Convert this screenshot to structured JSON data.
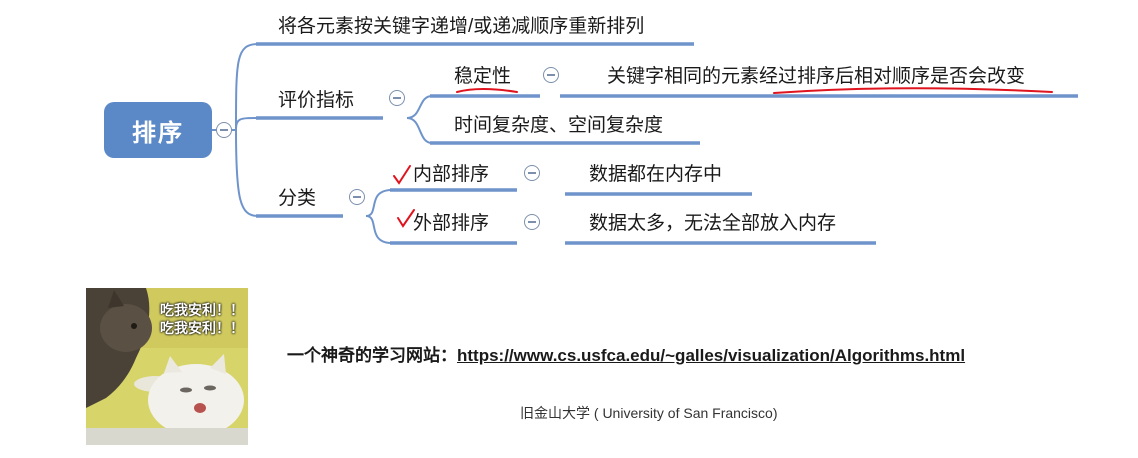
{
  "root": {
    "label": "排序"
  },
  "branches": {
    "definition": "将各元素按关键字递增/或递减顺序重新排列",
    "evaluation": {
      "label": "评价指标",
      "stability": {
        "label": "稳定性",
        "description": "关键字相同的元素经过排序后相对顺序是否会改变"
      },
      "complexity": "时间复杂度、空间复杂度"
    },
    "classification": {
      "label": "分类",
      "internal": {
        "label": "内部排序",
        "description": "数据都在内存中"
      },
      "external": {
        "label": "外部排序",
        "description": "数据太多，无法全部放入内存"
      }
    }
  },
  "cat_image": {
    "caption_line1": "吃我安利！！",
    "caption_line2": "吃我安利！！"
  },
  "website": {
    "prefix": "一个神奇的学习网站：",
    "url": "https://www.cs.usfca.edu/~galles/visualization/Algorithms.html"
  },
  "university": "旧金山大学 ( University of San Francisco)",
  "colors": {
    "root_fill": "#5b88c6",
    "branch_line": "#5b88c6",
    "annotation_red": "#e0141e"
  }
}
